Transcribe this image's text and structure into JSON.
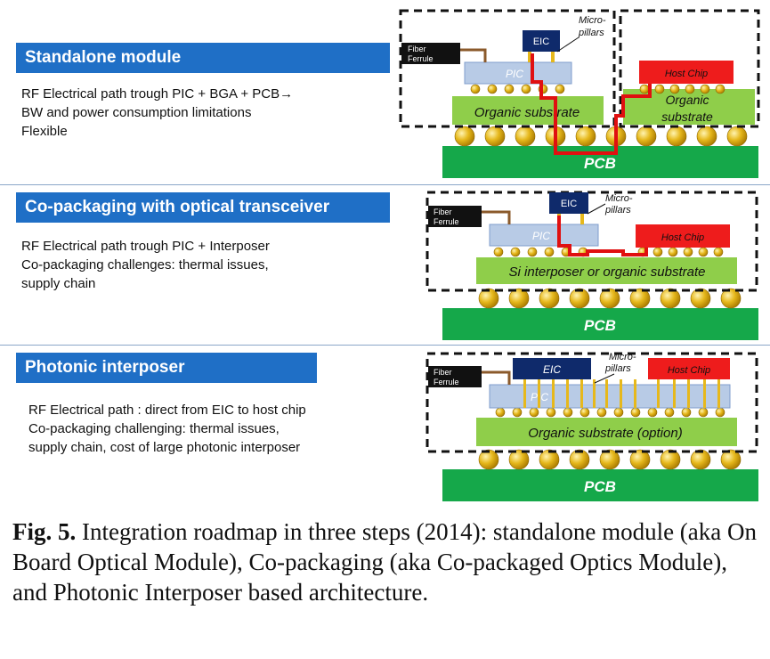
{
  "sections": [
    {
      "title": "Standalone module",
      "lines": [
        "RF Electrical path trough PIC + BGA + PCB→",
        "BW and power consumption limitations",
        "Flexible"
      ]
    },
    {
      "title": "Co-packaging with optical transceiver",
      "lines": [
        "RF Electrical path trough PIC + Interposer",
        "Co-packaging challenges: thermal issues,",
        "supply chain"
      ]
    },
    {
      "title": "Photonic interposer",
      "lines": [
        "RF Electrical path : direct from EIC to host chip",
        "Co-packaging challenging: thermal issues,",
        "supply chain, cost of large photonic interposer"
      ]
    }
  ],
  "diagram_labels": {
    "fiber_ferrule_1": "Fiber",
    "fiber_ferrule_2": "Ferrule",
    "eic": "EIC",
    "micro_pillars_1": "Micro-",
    "micro_pillars_2": "pillars",
    "pic": "PIC",
    "host_chip": "Host Chip",
    "organic_substrate": "Organic substrate",
    "organic_1": "Organic",
    "substrate_1": "substrate",
    "pcb": "PCB",
    "si_interposer": "Si interposer or organic substrate",
    "organic_substrate_option": "Organic substrate (option)"
  },
  "caption": {
    "label": "Fig. 5.",
    "text": " Integration roadmap in three steps (2014): standalone module (aka On Board Optical Module), Co-packaging (aka Co-packaged Optics Module), and Photonic Interposer based architecture."
  },
  "colors": {
    "title_bar": "#1f6fc6",
    "pcb": "#15a84a",
    "substrate": "#8fce4a",
    "pic": "#b8cbe6",
    "eic": "#0f2a6b",
    "host_chip": "#ee1c1c",
    "solder_ball": "#e6b81c",
    "rf_path": "#e01010"
  }
}
